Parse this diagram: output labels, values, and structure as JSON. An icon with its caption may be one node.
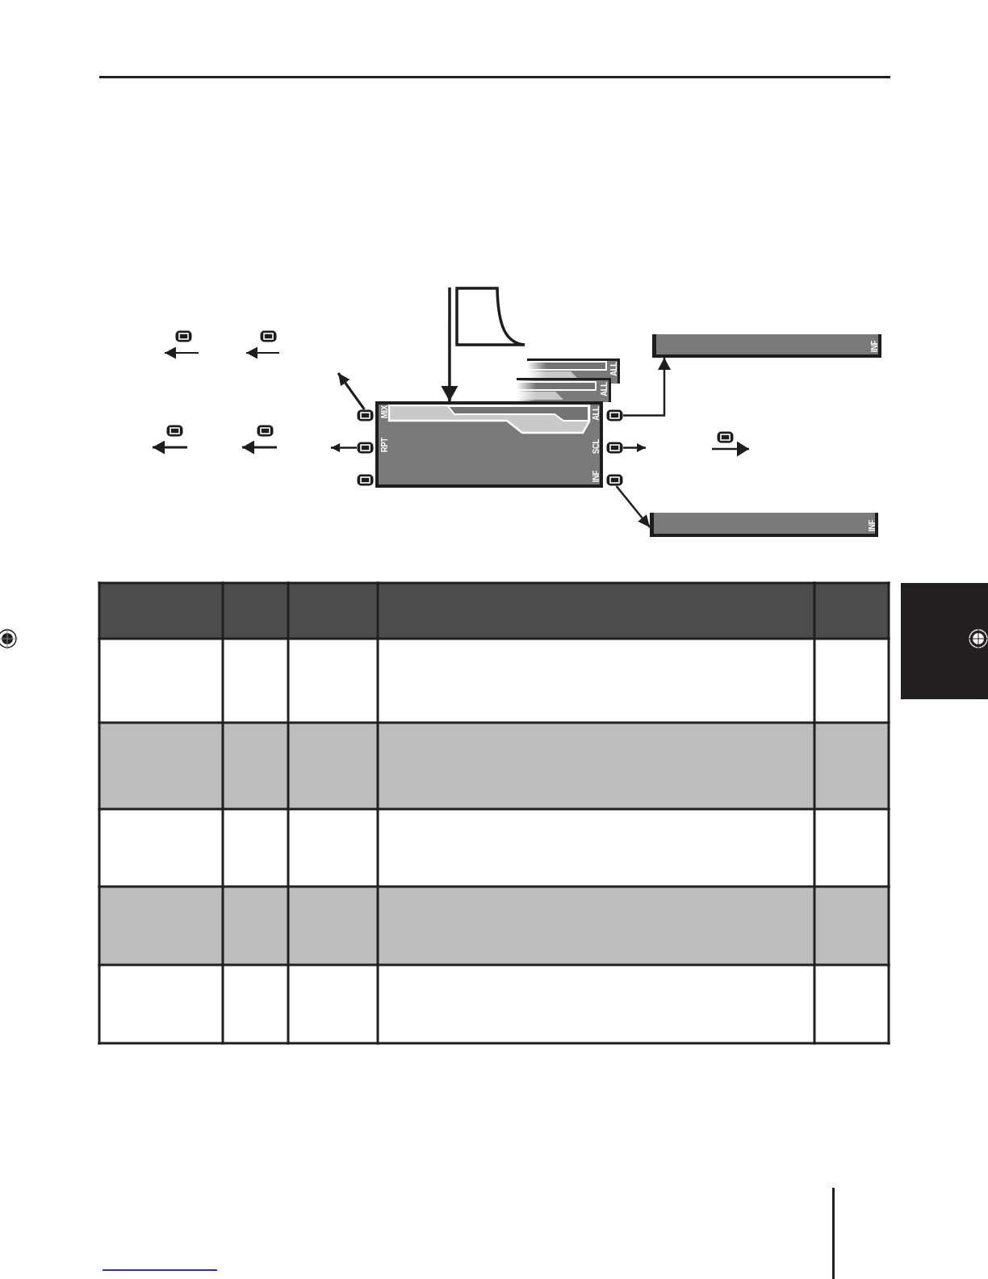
{
  "diagram": {
    "nodes": [
      {
        "text": [],
        "shape": "picture"
      },
      {
        "text": [],
        "shape": "button"
      },
      {
        "text": [],
        "shape": "button"
      },
      {
        "text": [
          "INF"
        ]
      },
      {
        "text": [
          "ALL"
        ]
      },
      {
        "text": [
          "ALL"
        ]
      },
      {
        "text": [
          "MIX",
          "ALL",
          "RPT",
          "SCL",
          "INF"
        ]
      },
      {
        "text": [],
        "shape": "button"
      },
      {
        "text": [],
        "shape": "button"
      },
      {
        "text": [],
        "shape": "button"
      },
      {
        "text": [],
        "shape": "button"
      },
      {
        "text": [],
        "shape": "button"
      },
      {
        "text": [],
        "shape": "button"
      },
      {
        "text": [],
        "shape": "button"
      },
      {
        "text": [],
        "shape": "button"
      },
      {
        "text": [],
        "shape": "button"
      },
      {
        "text": [
          "INF"
        ]
      }
    ],
    "edges": [
      {
        "from": 0,
        "to": 6,
        "arrow": "to"
      },
      {
        "from": 7,
        "to": null,
        "arrow": "to"
      },
      {
        "from": 8,
        "to": 3,
        "arrow": "to"
      },
      {
        "from": 12,
        "to": null,
        "arrow": "to"
      },
      {
        "from": 13,
        "to": null,
        "arrow": "to"
      },
      {
        "from": 15,
        "to": 16,
        "arrow": "to"
      }
    ]
  }
}
